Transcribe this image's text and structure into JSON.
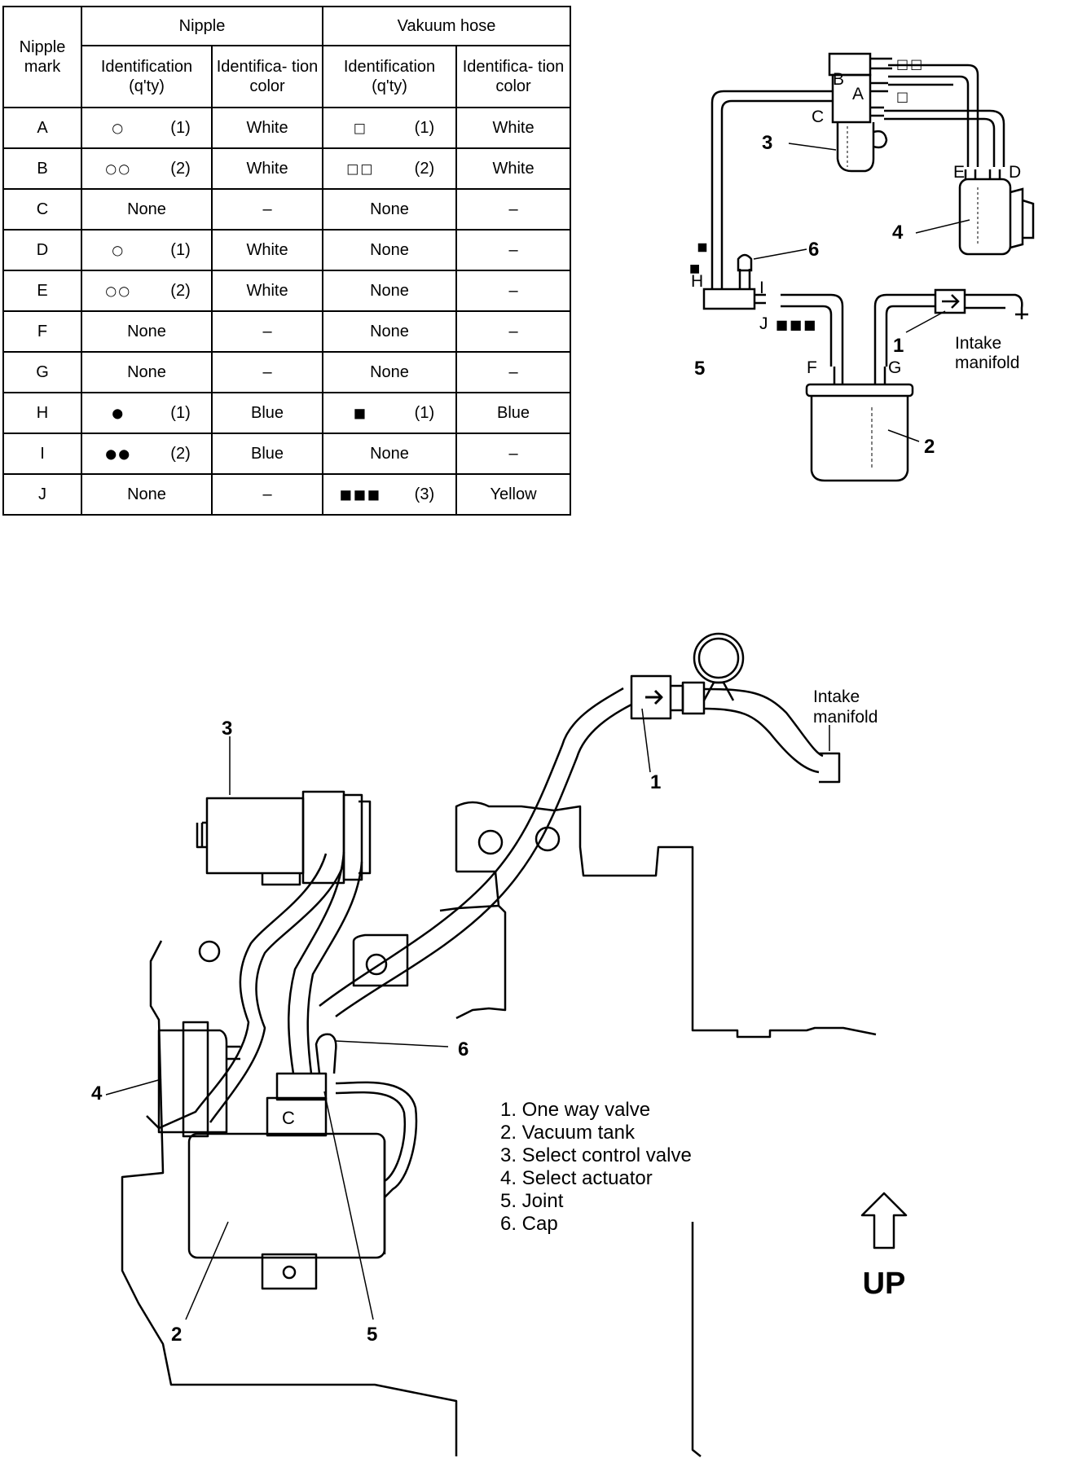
{
  "table": {
    "headers": {
      "nipple_mark": "Nipple mark",
      "nipple": "Nipple",
      "vacuum_hose": "Vakuum hose",
      "identification": "Identification (q'ty)",
      "identification_color": "Identifica- tion color"
    },
    "rows": [
      {
        "mark": "A",
        "n_sym": "○",
        "n_qty": "(1)",
        "n_color": "White",
        "h_sym": "□",
        "h_qty": "(1)",
        "h_color": "White"
      },
      {
        "mark": "B",
        "n_sym": "○○",
        "n_qty": "(2)",
        "n_color": "White",
        "h_sym": "□□",
        "h_qty": "(2)",
        "h_color": "White"
      },
      {
        "mark": "C",
        "n_none": "None",
        "n_color": "–",
        "h_none": "None",
        "h_color": "–"
      },
      {
        "mark": "D",
        "n_sym": "○",
        "n_qty": "(1)",
        "n_color": "White",
        "h_none": "None",
        "h_color": "–"
      },
      {
        "mark": "E",
        "n_sym": "○○",
        "n_qty": "(2)",
        "n_color": "White",
        "h_none": "None",
        "h_color": "–"
      },
      {
        "mark": "F",
        "n_none": "None",
        "n_color": "–",
        "h_none": "None",
        "h_color": "–"
      },
      {
        "mark": "G",
        "n_none": "None",
        "n_color": "–",
        "h_none": "None",
        "h_color": "–"
      },
      {
        "mark": "H",
        "n_sym": "●",
        "n_qty": "(1)",
        "n_color": "Blue",
        "h_sym": "■",
        "h_qty": "(1)",
        "h_color": "Blue"
      },
      {
        "mark": "I",
        "n_sym": "●●",
        "n_qty": "(2)",
        "n_color": "Blue",
        "h_none": "None",
        "h_color": "–"
      },
      {
        "mark": "J",
        "n_none": "None",
        "n_color": "–",
        "h_sym": "■■■",
        "h_qty": "(3)",
        "h_color": "Yellow"
      }
    ]
  },
  "schematic": {
    "num_1": "1",
    "num_2": "2",
    "num_3": "3",
    "num_4": "4",
    "num_5": "5",
    "num_6": "6",
    "mark_A": "A",
    "mark_B": "B",
    "mark_C": "C",
    "mark_D": "D",
    "mark_E": "E",
    "mark_F": "F",
    "mark_G": "G",
    "mark_H": "H",
    "mark_I": "I",
    "mark_J": "J",
    "hose_A_sym": "□",
    "hose_B_sym": "□□",
    "hose_H_sym": "■",
    "hose_J_sym": "■■■",
    "intake_line1": "Intake",
    "intake_line2": "manifold"
  },
  "installation": {
    "num_1": "1",
    "num_2": "2",
    "num_3": "3",
    "num_4": "4",
    "num_5": "5",
    "num_6": "6",
    "mark_C": "C",
    "intake_line1": "Intake",
    "intake_line2": "manifold",
    "up_label": "UP",
    "legend": [
      "1. One way valve",
      "2. Vacuum tank",
      "3. Select control valve",
      "4. Select actuator",
      "5. Joint",
      "6. Cap"
    ]
  }
}
